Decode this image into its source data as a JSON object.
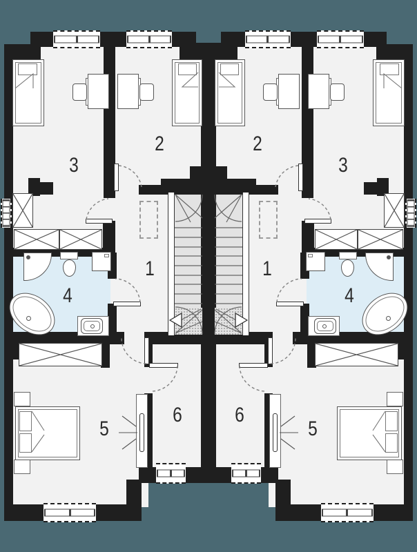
{
  "colors": {
    "background": "#4a6973",
    "wall": "#9a9a9a",
    "outline": "#1f1f1f",
    "floor": "#f2f2f2",
    "bath_floor": "#ddedf6",
    "stair_floor": "#e3e3e3"
  },
  "rooms": {
    "left": [
      {
        "number": "1"
      },
      {
        "number": "2"
      },
      {
        "number": "3"
      },
      {
        "number": "4"
      },
      {
        "number": "5"
      },
      {
        "number": "6"
      }
    ],
    "right": [
      {
        "number": "1"
      },
      {
        "number": "2"
      },
      {
        "number": "3"
      },
      {
        "number": "4"
      },
      {
        "number": "5"
      },
      {
        "number": "6"
      }
    ]
  },
  "symbols": [
    "single-bed",
    "double-bed",
    "desk",
    "office-chair",
    "wardrobe",
    "staircase",
    "stair-direction-arrow",
    "bathtub",
    "corner-shower",
    "toilet",
    "washing-machine",
    "washbasin",
    "mirror",
    "window",
    "door-swing",
    "void-outline"
  ]
}
